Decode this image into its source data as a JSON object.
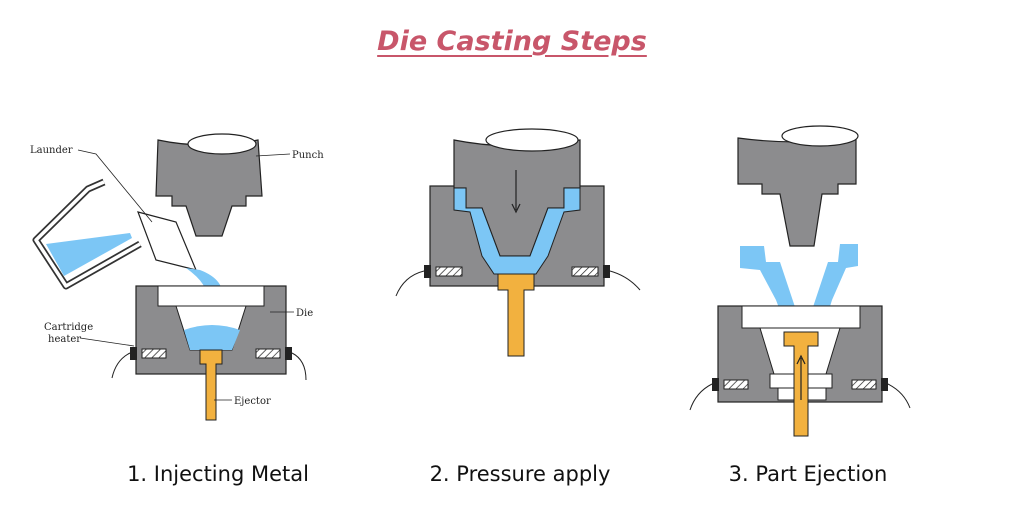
{
  "title": "Die Casting Steps",
  "colors": {
    "title": "#c8566a",
    "die_gray": "#8c8c8e",
    "metal_blue": "#7cc6f5",
    "ejector_orange": "#f2b13f",
    "outline": "#222222"
  },
  "steps": [
    {
      "caption": "1. Injecting Metal"
    },
    {
      "caption": "2. Pressure apply"
    },
    {
      "caption": "3. Part Ejection"
    }
  ],
  "labels": {
    "launder": "Launder",
    "punch": "Punch",
    "die": "Die",
    "cartridge_line1": "Cartridge",
    "cartridge_line2": "heater",
    "ejector": "Ejector"
  }
}
